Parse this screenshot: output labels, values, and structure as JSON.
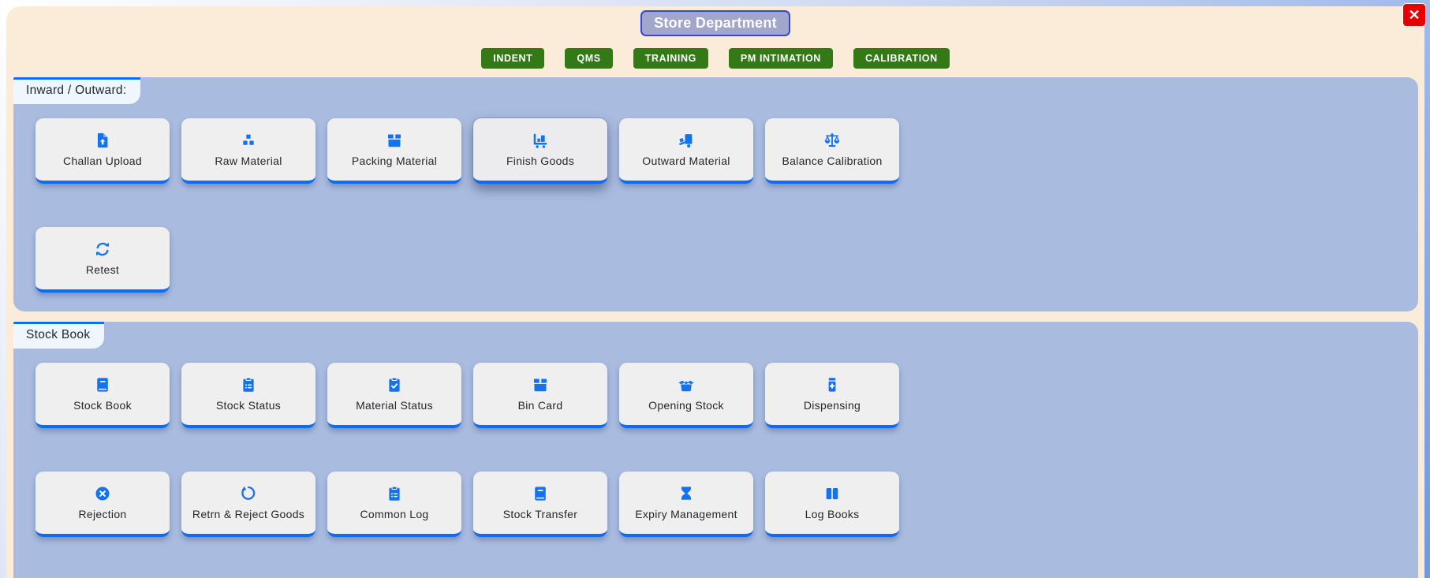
{
  "header": {
    "title": "Store Department",
    "close_icon": "✕",
    "nav_buttons": [
      {
        "label": "INDENT"
      },
      {
        "label": "QMS"
      },
      {
        "label": "TRAINING"
      },
      {
        "label": "PM INTIMATION"
      },
      {
        "label": "CALIBRATION"
      }
    ]
  },
  "colors": {
    "accent_blue": "#0d6efd",
    "icon_blue": "#1372ee",
    "nav_green": "#337a16",
    "close_red": "#e60000",
    "modal_bg": "#faecd8",
    "section_bg": "#a9bbdf",
    "card_bg": "#efeff0",
    "title_badge_bg": "#a2a6cb",
    "title_badge_border": "#3347e0"
  },
  "sections": [
    {
      "label": "Inward / Outward:",
      "items": [
        {
          "label": "Challan Upload",
          "icon": "file-upload-icon"
        },
        {
          "label": "Raw Material",
          "icon": "cubes-icon"
        },
        {
          "label": "Packing Material",
          "icon": "box-icon"
        },
        {
          "label": "Finish Goods",
          "icon": "cart-flatbed-icon",
          "highlighted": true
        },
        {
          "label": "Outward Material",
          "icon": "truck-ramp-icon"
        },
        {
          "label": "Balance Calibration",
          "icon": "balance-scale-icon"
        },
        {
          "label": "Retest",
          "icon": "rotate-icon"
        }
      ]
    },
    {
      "label": "Stock Book",
      "items": [
        {
          "label": "Stock Book",
          "icon": "book-icon"
        },
        {
          "label": "Stock Status",
          "icon": "clipboard-list-icon"
        },
        {
          "label": "Material Status",
          "icon": "clipboard-check-icon"
        },
        {
          "label": "Bin Card",
          "icon": "box-icon"
        },
        {
          "label": "Opening Stock",
          "icon": "box-open-icon"
        },
        {
          "label": "Dispensing",
          "icon": "prescription-bottle-icon"
        },
        {
          "label": "Rejection",
          "icon": "circle-xmark-icon"
        },
        {
          "label": "Retrn & Reject Goods",
          "icon": "rotate-left-icon"
        },
        {
          "label": "Common Log",
          "icon": "clipboard-list-icon"
        },
        {
          "label": "Stock Transfer",
          "icon": "book-icon"
        },
        {
          "label": "Expiry Management",
          "icon": "hourglass-icon"
        },
        {
          "label": "Log Books",
          "icon": "book-open-icon"
        }
      ]
    }
  ]
}
